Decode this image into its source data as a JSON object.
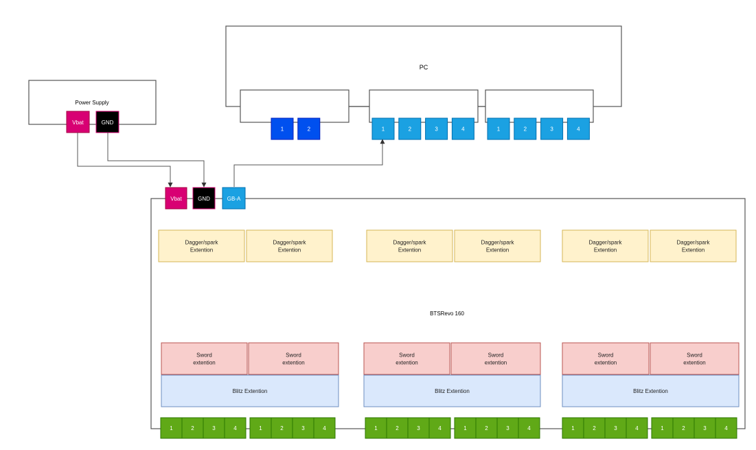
{
  "pc": {
    "label": "PC"
  },
  "power_supply": {
    "label": "Power Supply",
    "vbat": "Vbat",
    "gnd": "GND"
  },
  "bts": {
    "label": "BTSRevo 160",
    "vbat": "Vbat",
    "gnd": "GND",
    "gba": "GB-A"
  },
  "pc_cards": [
    {
      "ports": [
        "1",
        "2"
      ]
    },
    {
      "ports": [
        "1",
        "2",
        "3",
        "4"
      ]
    },
    {
      "ports": [
        "1",
        "2",
        "3",
        "4"
      ]
    }
  ],
  "dagger_modules": [
    [
      "Dagger/spark",
      "Extention"
    ],
    [
      "Dagger/spark",
      "Extention"
    ],
    [
      "Dagger/spark",
      "Extention"
    ],
    [
      "Dagger/spark",
      "Extention"
    ],
    [
      "Dagger/spark",
      "Extention"
    ],
    [
      "Dagger/spark",
      "Extention"
    ]
  ],
  "sword_modules": [
    [
      "Sword",
      "extention"
    ],
    [
      "Sword",
      "extention"
    ],
    [
      "Sword",
      "extention"
    ],
    [
      "Sword",
      "extention"
    ],
    [
      "Sword",
      "extention"
    ],
    [
      "Sword",
      "extention"
    ]
  ],
  "blitz_modules": [
    "Blitz Extention",
    "Blitz Extention",
    "Blitz Extention"
  ],
  "bottom_groups": [
    [
      "1",
      "2",
      "3",
      "4"
    ],
    [
      "1",
      "2",
      "3",
      "4"
    ],
    [
      "1",
      "2",
      "3",
      "4"
    ],
    [
      "1",
      "2",
      "3",
      "4"
    ],
    [
      "1",
      "2",
      "3",
      "4"
    ],
    [
      "1",
      "2",
      "3",
      "4"
    ]
  ],
  "colors": {
    "line": "#555555",
    "dark_blue": "#0050ef",
    "light_blue": "#1ba1e2",
    "magenta": "#d80073",
    "black": "#000000",
    "yellow_fill": "#fff2cc",
    "yellow_stroke": "#d6b656",
    "red_fill": "#f8cecc",
    "red_stroke": "#b85450",
    "blue_fill": "#dae8fc",
    "blue_stroke": "#6c8ebf",
    "green_fill": "#60a917",
    "green_stroke": "#2d7600"
  }
}
